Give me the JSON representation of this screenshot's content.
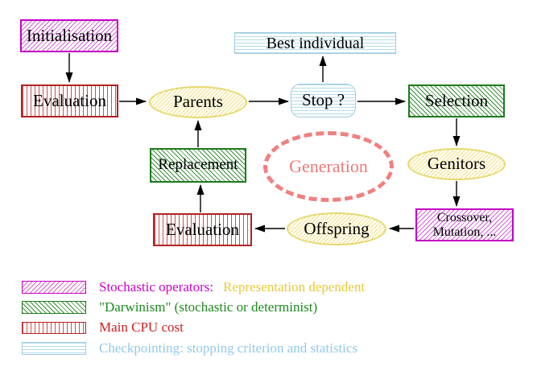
{
  "nodes": {
    "initialisation": {
      "label": "Initialisation"
    },
    "evaluation_top": {
      "label": "Evaluation"
    },
    "parents": {
      "label": "Parents"
    },
    "stop": {
      "label": "Stop ?"
    },
    "best_individual": {
      "label": "Best individual"
    },
    "selection": {
      "label": "Selection"
    },
    "genitors": {
      "label": "Genitors"
    },
    "crossover_mutation": {
      "line1": "Crossover,",
      "line2": "Mutation, ..."
    },
    "offspring": {
      "label": "Offspring"
    },
    "evaluation_bottom": {
      "label": "Evaluation"
    },
    "replacement": {
      "label": "Replacement"
    },
    "generation": {
      "label": "Generation"
    }
  },
  "arrows": [
    {
      "from": "Initialisation",
      "to": "Evaluation"
    },
    {
      "from": "Evaluation",
      "to": "Parents"
    },
    {
      "from": "Parents",
      "to": "Stop ?"
    },
    {
      "from": "Stop ?",
      "to": "Best individual"
    },
    {
      "from": "Stop ?",
      "to": "Selection"
    },
    {
      "from": "Selection",
      "to": "Genitors"
    },
    {
      "from": "Genitors",
      "to": "Crossover, Mutation, ..."
    },
    {
      "from": "Crossover, Mutation, ...",
      "to": "Offspring"
    },
    {
      "from": "Offspring",
      "to": "Evaluation"
    },
    {
      "from": "Evaluation",
      "to": "Replacement"
    },
    {
      "from": "Replacement",
      "to": "Parents"
    }
  ],
  "legend": {
    "row1_text1": "Stochastic operators:",
    "row1_text2": "Representation dependent",
    "row2_text": "\"Darwinism\" (stochastic or determinist)",
    "row3_text": "Main CPU cost",
    "row4_text": "Checkpointing: stopping criterion and statistics"
  },
  "colors": {
    "magenta": "#cc00cc",
    "red": "#cc1f1f",
    "green": "#1d8a1d",
    "cyan": "#93c9e9",
    "yellow": "#e9c937",
    "salmon": "#f08080",
    "black": "#000000"
  }
}
